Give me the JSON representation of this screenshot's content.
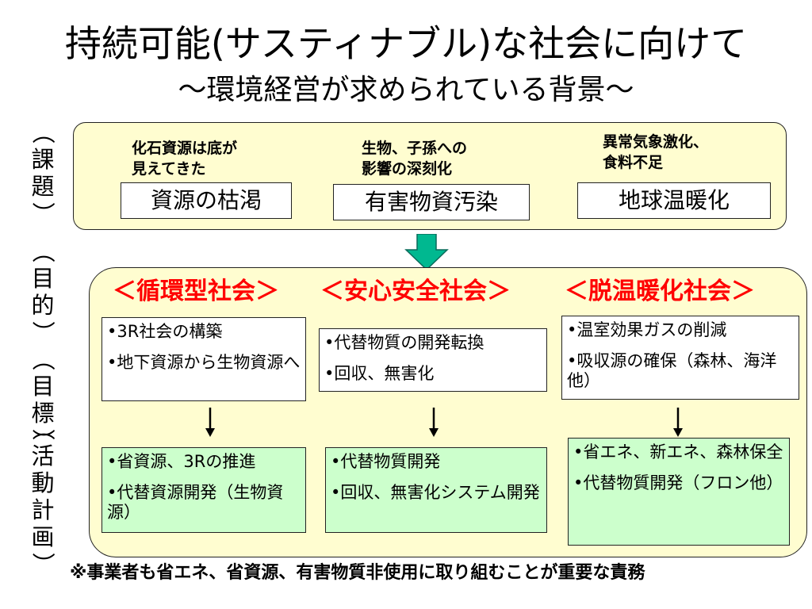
{
  "title": "持続可能(サスティナブル)な社会に向けて",
  "subtitle": "～環境経営が求められている背景～",
  "side_labels": {
    "issues": [
      "（",
      "課",
      "題",
      "）"
    ],
    "goals": [
      "（",
      "目",
      "的",
      "）",
      "（",
      "目",
      "標",
      "）"
    ],
    "activities": [
      "（",
      "活",
      "動",
      "計",
      "画",
      "）"
    ]
  },
  "issues": [
    {
      "note_line1": "化石資源は底が",
      "note_line2": "見えてきた",
      "label": "資源の枯渇"
    },
    {
      "note_line1": "生物、子孫への",
      "note_line2": "影響の深刻化",
      "label": "有害物資汚染"
    },
    {
      "note_line1": "異常気象激化、",
      "note_line2": "食料不足",
      "label": "地球温暖化"
    }
  ],
  "columns": [
    {
      "society": "＜循環型社会＞",
      "goals": [
        "•3R社会の構築",
        "•地下資源から生物資源へ"
      ],
      "activities": [
        "•省資源、3Rの推進",
        "•代替資源開発（生物資源）"
      ]
    },
    {
      "society": "＜安心安全社会＞",
      "goals": [
        "•代替物質の開発転換",
        "•回収、無害化"
      ],
      "activities": [
        "•代替物質開発",
        "•回収、無害化システム開発"
      ]
    },
    {
      "society": "＜脱温暖化社会＞",
      "goals": [
        "•温室効果ガスの削減",
        "•吸収源の確保（森林、海洋他）"
      ],
      "activities": [
        "•省エネ、新エネ、森林保全",
        "•代替物質開発（フロン他）"
      ]
    }
  ],
  "footnote": "※事業者も省エネ、省資源、有害物質非使用に取り組むことが重要な責務",
  "colors": {
    "panel_bg": "#fffdd0",
    "society_text": "#ff0000",
    "activity_bg": "#ccffcc",
    "big_arrow": "#00b890"
  }
}
